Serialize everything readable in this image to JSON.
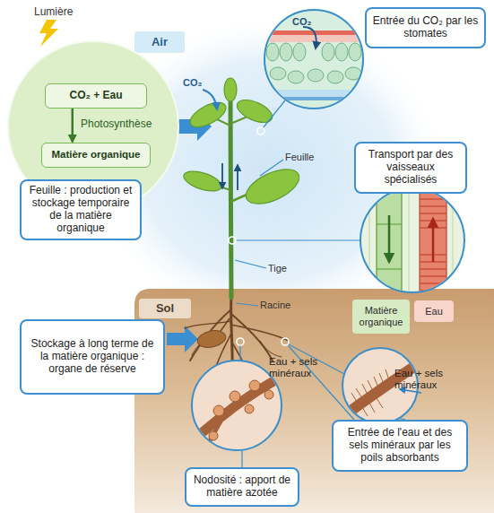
{
  "diagram": {
    "nodes": [
      {
        "text": [
          "Air"
        ]
      },
      {
        "text": [
          "Photosynthèse"
        ]
      },
      {
        "text": [
          "CO₂ + Eau"
        ],
        "in": 1
      },
      {
        "text": [
          "Matière organique"
        ],
        "in": 1
      },
      {
        "text": [
          "Feuille : production et stockage temporaire de la matière organique"
        ]
      },
      {
        "text": [
          "Entrée du CO₂ par les stomates"
        ]
      },
      {
        "text": [
          "Transport par des vaisseaux spécialisés"
        ]
      },
      {
        "text": [
          "Sol"
        ]
      },
      {
        "text": [
          "Stockage à long terme de la matière organique : organe de réserve"
        ]
      },
      {
        "text": [
          "Entrée de l'eau et des sels minéraux par les poils absorbants"
        ]
      },
      {
        "text": [
          "Nodosité : apport de matière azotée"
        ]
      }
    ],
    "edges": [
      {
        "from": 2,
        "to": 3,
        "arrow": "to"
      }
    ],
    "labels": [
      "Lumière",
      "CO₂",
      "CO₂",
      "Feuille",
      "Tige",
      "Racine",
      "Eau + sels minéraux",
      "Eau + sels minéraux"
    ],
    "legend": [
      {
        "text": "Matière organique",
        "color": "#d6ebc3"
      },
      {
        "text": "Eau",
        "color": "#f8d5cb"
      }
    ]
  }
}
